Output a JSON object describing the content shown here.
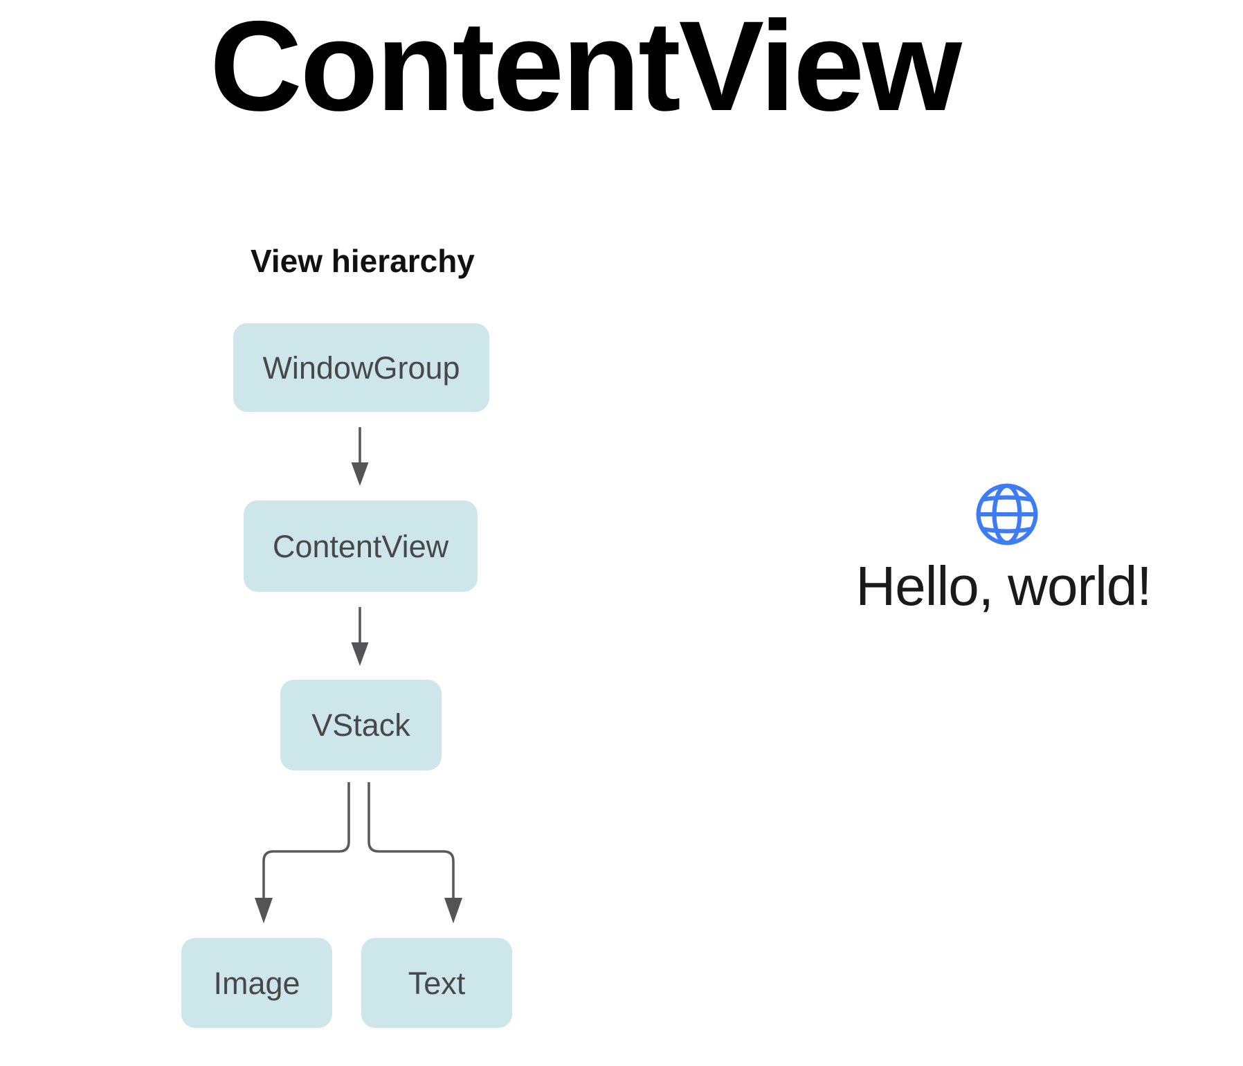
{
  "title": "ContentView",
  "diagram": {
    "label": "View hierarchy",
    "nodes": [
      {
        "id": "windowgroup",
        "label": "WindowGroup"
      },
      {
        "id": "contentview",
        "label": "ContentView"
      },
      {
        "id": "vstack",
        "label": "VStack"
      },
      {
        "id": "image",
        "label": "Image"
      },
      {
        "id": "text",
        "label": "Text"
      }
    ],
    "edges": [
      [
        "WindowGroup",
        "ContentView"
      ],
      [
        "ContentView",
        "VStack"
      ],
      [
        "VStack",
        "Image"
      ],
      [
        "VStack",
        "Text"
      ]
    ]
  },
  "preview": {
    "icon": "globe-icon",
    "text": "Hello, world!"
  },
  "colors": {
    "background": "#ffffff",
    "title_text": "#000000",
    "node_fill": "#cde6ea",
    "node_text": "#48484a",
    "connector": "#5a5a5d",
    "arrowhead": "#545457",
    "globe_blue": "#3d7bf7",
    "hello_text": "#1a1a1c",
    "label_text": "#111111"
  }
}
